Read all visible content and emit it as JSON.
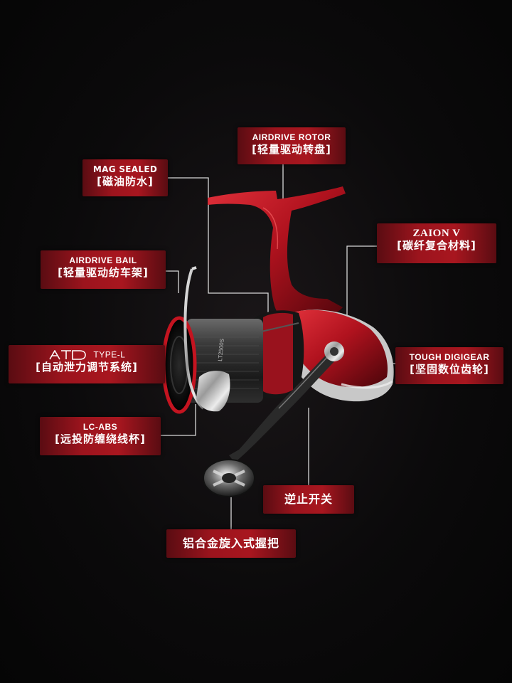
{
  "labels": {
    "airdrive_rotor": {
      "en": "AIRDRIVE ROTOR",
      "cn": "[轻量驱动转盘]"
    },
    "mag_sealed": {
      "en": "MAG SEALED",
      "cn": "[磁油防水]"
    },
    "zaion_v": {
      "en": "ZAION V",
      "cn": "[碳纤复合材料]"
    },
    "airdrive_bail": {
      "en": "AIRDRIVE BAIL",
      "cn": "[轻量驱动纺车架]"
    },
    "atd": {
      "logo": "ATD",
      "en": "TYPE-L",
      "cn": "[自动泄力调节系统]"
    },
    "tough_digigear": {
      "en": "TOUGH DIGIGEAR",
      "cn": "[坚固数位齿轮]"
    },
    "lc_abs": {
      "en": "LC-ABS",
      "cn": "[远投防缠绕线杯]"
    },
    "anti_reverse": {
      "cn": "逆止开关"
    },
    "handle_knob": {
      "cn": "铝合金旋入式握把"
    }
  },
  "reel": {
    "spool_marking": "LT2500S"
  },
  "colors": {
    "label_red": "#a8161f",
    "reel_red": "#b0121e",
    "leader_line": "#d8d8d8",
    "background": "#080708"
  }
}
